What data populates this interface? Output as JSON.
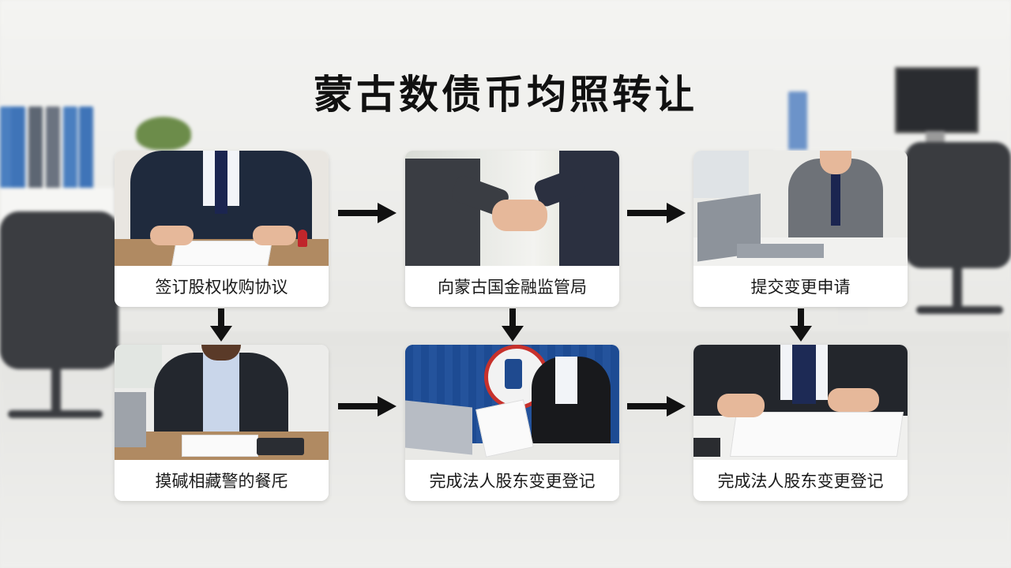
{
  "title": "蒙古数债币均照转让",
  "steps": [
    {
      "label": "签订股权收购协议",
      "image": "signing-document-photo"
    },
    {
      "label": "向蒙古国金融监管局",
      "image": "handshake-photo"
    },
    {
      "label": "提交变更申请",
      "image": "laptop-woman-photo"
    },
    {
      "label": "摸碱相藏警的餐厇",
      "image": "woman-signing-photo"
    },
    {
      "label": "完成法人股东变更登记",
      "image": "woman-reading-document-photo"
    },
    {
      "label": "完成法人股东变更登记",
      "image": "signing-contract-closeup-photo"
    }
  ],
  "arrows": [
    "arrow-right",
    "arrow-right",
    "arrow-down",
    "arrow-down",
    "arrow-down",
    "arrow-right",
    "arrow-right"
  ],
  "colors": {
    "arrow": "#111111",
    "card": "#ffffff",
    "text": "#1a1a1a"
  }
}
